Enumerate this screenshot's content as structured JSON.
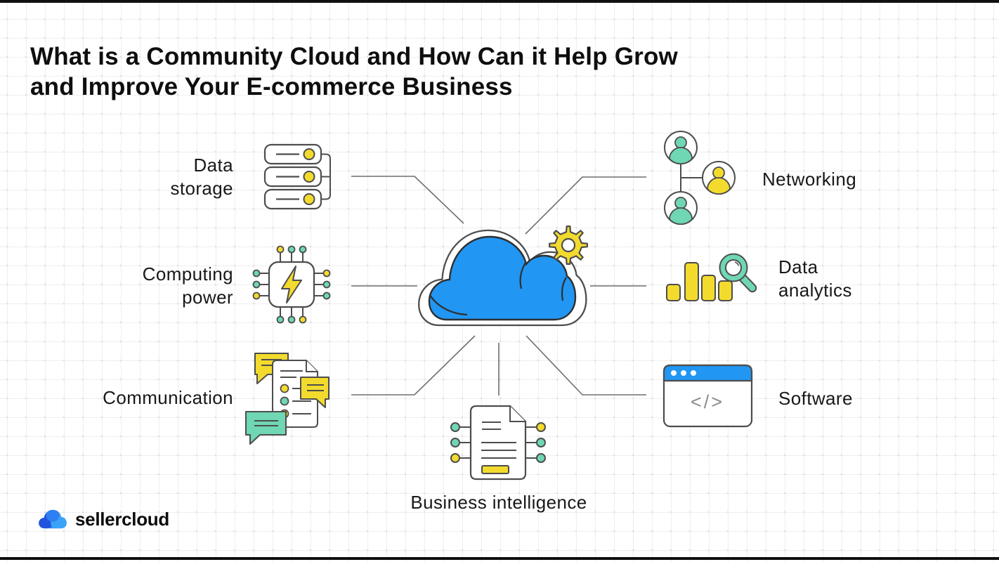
{
  "title": "What is a Community Cloud and How Can it Help Grow\nand Improve Your E-commerce Business",
  "center": {
    "icon": "community-cloud-icon",
    "badge_icon": "gear-icon"
  },
  "nodes": {
    "data_storage": {
      "label": "Data\nstorage",
      "icon": "server-stack-icon"
    },
    "computing_power": {
      "label": "Computing\npower",
      "icon": "cpu-chip-icon"
    },
    "communication": {
      "label": "Communication",
      "icon": "chat-document-icon"
    },
    "business_intelligence": {
      "label": "Business intelligence",
      "icon": "document-pins-icon"
    },
    "networking": {
      "label": "Networking",
      "icon": "user-network-icon"
    },
    "data_analytics": {
      "label": "Data\nanalytics",
      "icon": "bar-chart-magnifier-icon"
    },
    "software": {
      "label": "Software",
      "icon": "browser-code-icon",
      "code_glyph": "</>"
    }
  },
  "logo": {
    "text": "sellercloud",
    "icon": "sellercloud-cloud-icon"
  },
  "colors": {
    "blue": "#2196f3",
    "yellow": "#f3db2e",
    "teal": "#6fd7b3",
    "outline": "#4d4d4d",
    "connector": "#6e6e6e",
    "text": "#181818",
    "logo_blue_dark": "#2153dd",
    "logo_blue": "#2e7ff2",
    "logo_blue_light": "#38a3f8"
  }
}
